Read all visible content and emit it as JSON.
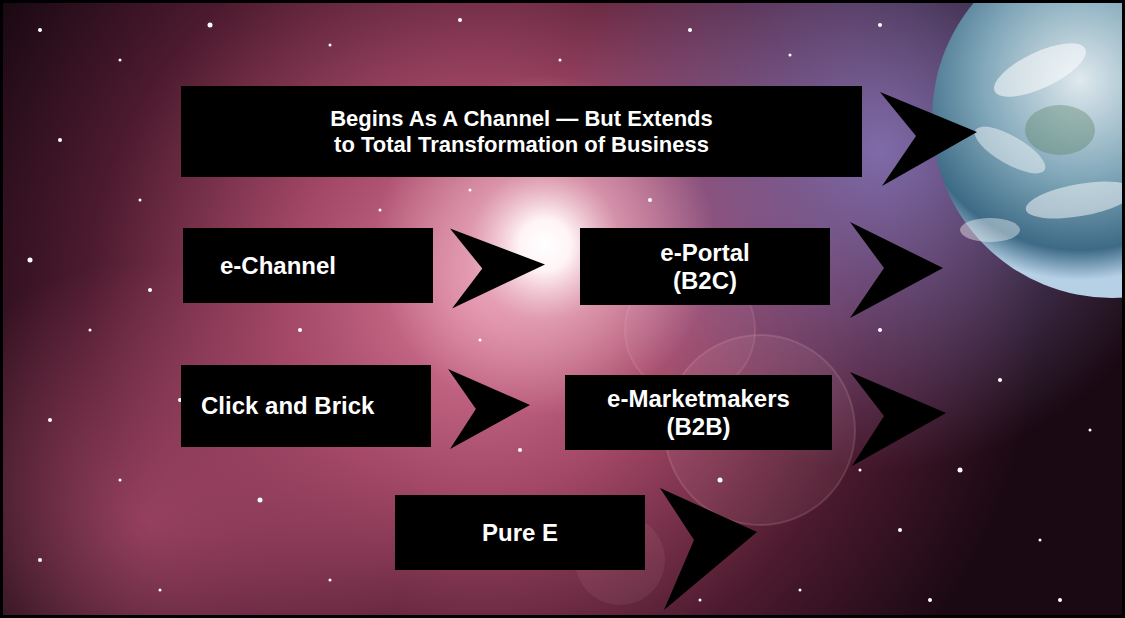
{
  "diagram": {
    "nodes": [
      {
        "text": [
          "Begins As A Channel — But Extends to Total Transformation of Business"
        ]
      },
      {
        "text": [
          "e-Channel"
        ]
      },
      {
        "text": [
          "e-Portal (B2C)"
        ]
      },
      {
        "text": [
          "Click and Brick"
        ]
      },
      {
        "text": [
          "e-Marketmakers (B2B)"
        ]
      },
      {
        "text": [
          "Pure E"
        ]
      }
    ],
    "edges": [
      {
        "from": 1,
        "to": 2,
        "arrow": "to"
      },
      {
        "from": 3,
        "to": 4,
        "arrow": "to"
      }
    ]
  }
}
